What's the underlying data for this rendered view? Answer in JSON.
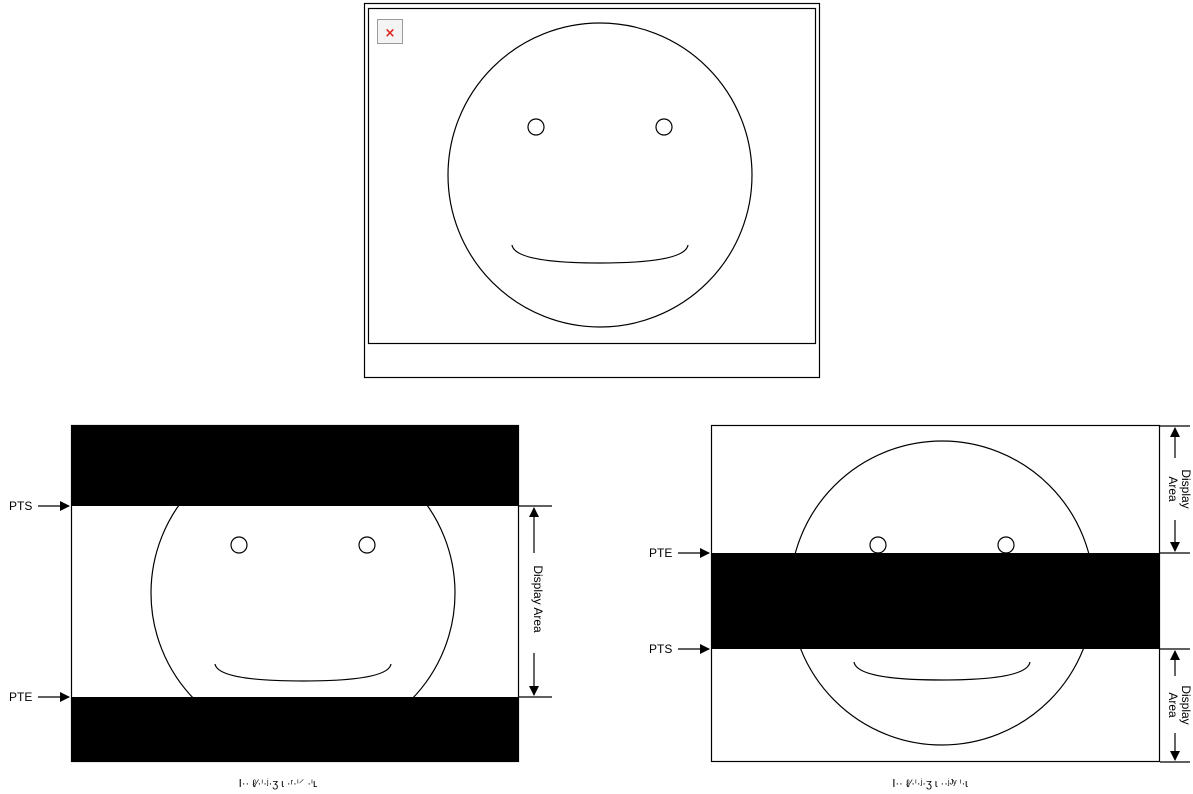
{
  "broken_image_icon": {
    "glyph": "×",
    "color": "#e0201a",
    "icon": "broken-image-icon"
  },
  "left_diagram": {
    "pointer_top": "PTS",
    "pointer_bottom": "PTE",
    "area_label": "Display Area",
    "caption": "Ⅰ·· ℓ⁄·ⁱ·ʲ·ʒ ɩ ·ʳ·ⁱ⸍ ·ⁱʟ"
  },
  "right_diagram": {
    "pointer_top": "PTE",
    "pointer_bottom": "PTS",
    "area_label_line1": "Display",
    "area_label_line2": "Area",
    "caption": "Ⅰ·· ℓ⁄·ⁱ·ʲ·ʒ ɩ ··ʲᴶʸ ⁱ·ɩ"
  },
  "colors": {
    "line": "#000000",
    "bar": "#000000",
    "background": "#ffffff"
  }
}
